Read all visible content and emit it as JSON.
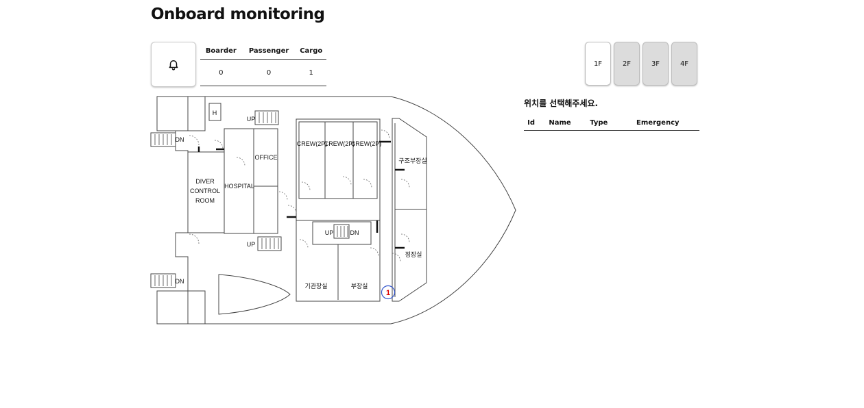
{
  "page": {
    "title": "Onboard monitoring"
  },
  "counts": {
    "headers": [
      "Boarder",
      "Passenger",
      "Cargo"
    ],
    "values": [
      "0",
      "0",
      "1"
    ]
  },
  "floors": [
    {
      "label": "1F",
      "active": true
    },
    {
      "label": "2F",
      "active": false
    },
    {
      "label": "3F",
      "active": false
    },
    {
      "label": "4F",
      "active": false
    }
  ],
  "location": {
    "heading": "위치를 선택해주세요.",
    "columns": [
      "Id",
      "Name",
      "Type",
      "Emergency"
    ]
  },
  "plan": {
    "rooms": {
      "diver_line1": "DIVER",
      "diver_line2": "CONTROL",
      "diver_line3": "ROOM",
      "hospital": "HOSPITAL",
      "office": "OFFICE",
      "crew1": "CREW(2P)",
      "crew2": "CREW(2P)",
      "crew3": "CREW(2P)",
      "rescue": "구조부장실",
      "chief": "정장실",
      "engine": "기관장실",
      "vice": "부장실",
      "helipad": "H"
    },
    "stairs": {
      "up": "UP",
      "dn": "DN"
    },
    "marker": {
      "label": "1"
    }
  },
  "colors": {
    "line": "#444444",
    "marker_ring": "#3355cc",
    "marker_text": "#dd0000",
    "floor_inactive": "#dcdcdc"
  },
  "icons": {
    "bell": "bell-icon"
  }
}
